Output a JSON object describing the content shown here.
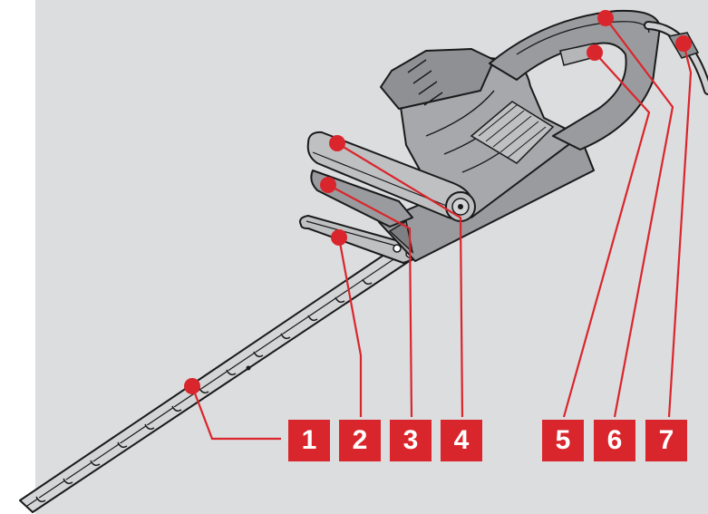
{
  "diagram": {
    "subject": "hedge-trimmer",
    "accent_color": "#d9262c",
    "background_color": "#dcdddf",
    "callouts": [
      {
        "label": "1",
        "part": "blade"
      },
      {
        "label": "2",
        "part": "blade-guard"
      },
      {
        "label": "3",
        "part": "front-handle-switch"
      },
      {
        "label": "4",
        "part": "front-handle"
      },
      {
        "label": "5",
        "part": "rear-handle-switch"
      },
      {
        "label": "6",
        "part": "rear-handle"
      },
      {
        "label": "7",
        "part": "power-cord"
      }
    ]
  }
}
